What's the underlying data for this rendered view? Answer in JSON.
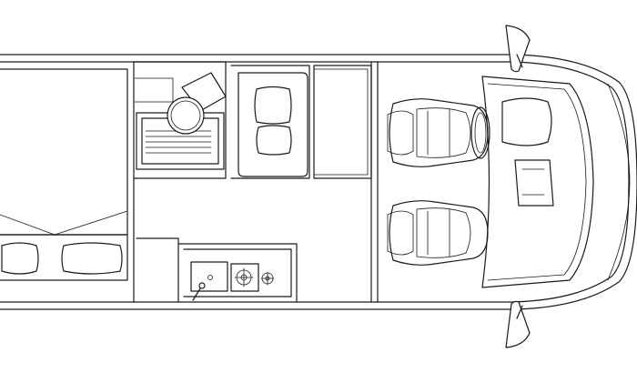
{
  "floorplan": {
    "type": "motorhome-layout",
    "view": "top-down",
    "line_color": "#1a1a1a",
    "background": "#ffffff",
    "zones": [
      "rear-bed",
      "washroom",
      "dinette",
      "wardrobe",
      "kitchen",
      "cab"
    ],
    "icons": [
      "bed-icon",
      "pillow-icon",
      "toilet-icon",
      "shower-tray-icon",
      "cushion-icon",
      "hob-burner-icon",
      "sink-icon",
      "tap-icon",
      "cab-seat-icon",
      "steering-wheel-icon",
      "mirror-icon",
      "dashboard-icon"
    ]
  }
}
